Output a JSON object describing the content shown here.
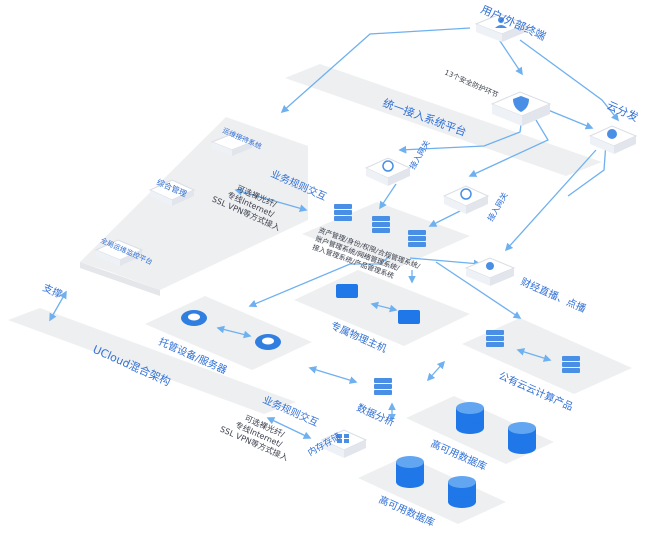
{
  "labels": {
    "user_terminal": "用户/外部终端",
    "security_links": "13个安全防护环节",
    "unified_access": "统一接入系统平台",
    "cloud_distribution": "云分发",
    "support": "支撑",
    "ops_reception": "运维接待系统",
    "integrated_mgmt": "综合管理",
    "global_monitor": "全局运维监控平台",
    "business_interaction_1": "业务规则交互",
    "access_options_1": [
      "可选裸光纤/",
      "专线Internet/",
      "SSL VPN等方式接入"
    ],
    "access_gateway_a": "接入网关",
    "access_gateway_b": "接入网关",
    "service_list": [
      "资产管理/身份/权限/合规管理系统/",
      "账户管理系统/网络管理系统/",
      "接入管理系统/产品管理系统"
    ],
    "cdn": "财经直播、点播",
    "dedicated_host": "专属物理主机",
    "hosting": "托管设备/服务器",
    "ucloud_hybrid": "UCloud混合架构",
    "public_cloud": "公有云云计算产品",
    "data_analysis": "数据分析",
    "business_interaction_2": "业务规则交互",
    "access_options_2": [
      "可选裸光纤/",
      "专线Internet/",
      "SSL VPN等方式接入"
    ],
    "memory_storage": "内存存储",
    "ha_db_1": "高可用数据库",
    "ha_db_2": "高可用数据库"
  },
  "colors": {
    "accent": "#2f7ee0",
    "line": "#6fb0ef",
    "platform": "#eeeff1",
    "node_face": "#ffffff",
    "text": "#2f6fd6",
    "db_blue": "#1f77e8"
  }
}
